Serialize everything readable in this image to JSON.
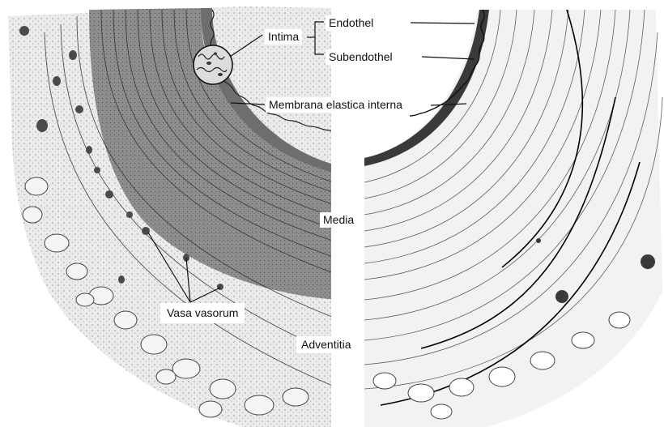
{
  "labels": {
    "intima": "Intima",
    "endothel": "Endothel",
    "subendothel": "Subendothel",
    "membrana": "Membrana elastica interna",
    "media": "Media",
    "vasa": "Vasa vasorum",
    "adventitia": "Adventitia"
  },
  "colors": {
    "paper": "#ececec",
    "media_dark": "#8f8f8f",
    "intima_band": "#6e6e6e",
    "line": "#1a1a1a",
    "label_bg": "#ffffff"
  }
}
